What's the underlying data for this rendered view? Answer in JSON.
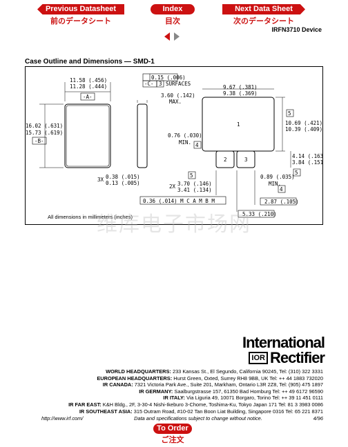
{
  "nav": {
    "prev_label": "Previous Datasheet",
    "prev_jp": "前のデータシート",
    "index_label": "Index",
    "index_jp": "目次",
    "next_label": "Next Data Sheet",
    "next_jp": "次のデータシート"
  },
  "device": "IRFN3710 Device",
  "section_title": "Case Outline and Dimensions — SMD-1",
  "drawing": {
    "note": "All dimensions in millimeters (inches)",
    "dims": {
      "width_top": "11.58 (.456)",
      "width_bot": "11.28 (.444)",
      "datum_a": "-A-",
      "height_top": "16.02 (.631)",
      "height_bot": "15.73 (.619)",
      "datum_b": "-B-",
      "flat_sym": "0.15 (.006)",
      "flat_c": "-C-",
      "flat_n": "3",
      "flat_surfaces": "SURFACES",
      "thick_top": "3.60 (.142)",
      "thick_bot": "MAX.",
      "pad_w_top": "9.67 (.381)",
      "pad_w_bot": "9.38 (.369)",
      "pad_h_top": "10.69 (.421)",
      "pad_h_bot": "10.39 (.409)",
      "note5a": "5",
      "min_top": "0.76 (.030)",
      "min_bot": "MIN.",
      "note4a": "4",
      "pin1": "1",
      "pin2": "2",
      "pin3": "3",
      "lead_h_top": "4.14 (.163)",
      "lead_h_bot": "3.84 (.151)",
      "note5b": "5",
      "rad_top": "0.38 (.015)",
      "rad_bot": "0.13 (.005)",
      "rad_mult": "3X",
      "note5c": "5",
      "pitch_mult": "2X",
      "pitch_top": "3.70 (.146)",
      "pitch_bot": "3.41 (.134)",
      "gap_top": "0.89 (.035)",
      "gap_bot": "MIN.",
      "note4b": "4",
      "tol": "0.36 (.014) M C A M B M",
      "d1": "2.87 (.105)",
      "d2": "5.33 (.210)"
    }
  },
  "watermark": "维库电子市场网",
  "logo": {
    "line1": "International",
    "mark": "IOR",
    "line2": "Rectifier"
  },
  "addresses": [
    {
      "label": "WORLD HEADQUARTERS:",
      "text": " 233 Kansas St., El Segundo, California 90245, Tel: (310) 322 3331"
    },
    {
      "label": "EUROPEAN HEADQUARTERS:",
      "text": " Hurst Green, Oxted, Surrey RH8 9BB, UK Tel: ++ 44 1883 732020"
    },
    {
      "label": "IR CANADA:",
      "text": " 7321 Victoria Park Ave., Suite 201, Markham, Ontario L3R 2Z8, Tel: (905) 475 1897"
    },
    {
      "label": "IR GERMANY:",
      "text": " Saalburgstrasse 157, 61350 Bad Homburg Tel: ++ 49 6172 96590"
    },
    {
      "label": "IR ITALY:",
      "text": " Via Liguria 49, 10071 Borgaro, Torino Tel: ++ 39 11 451 0111"
    },
    {
      "label": "IR FAR EAST:",
      "text": " K&H Bldg., 2F, 3-30-4 Nishi-Ikeburo 3-Chome, Toshima-Ku, Tokyo Japan 171 Tel: 81 3 3983 0086"
    },
    {
      "label": "IR SOUTHEAST ASIA:",
      "text": " 315 Outram Road, #10-02 Tan Boon Liat Building, Singapore 0316 Tel: 65 221 8371"
    }
  ],
  "footer": {
    "url": "http://www.irf.com/",
    "disclaimer": "Data and specifications subject to change without notice.",
    "date": "4/96"
  },
  "order": {
    "label": "To Order",
    "jp": "ご注文"
  },
  "colors": {
    "accent": "#cc1111"
  }
}
